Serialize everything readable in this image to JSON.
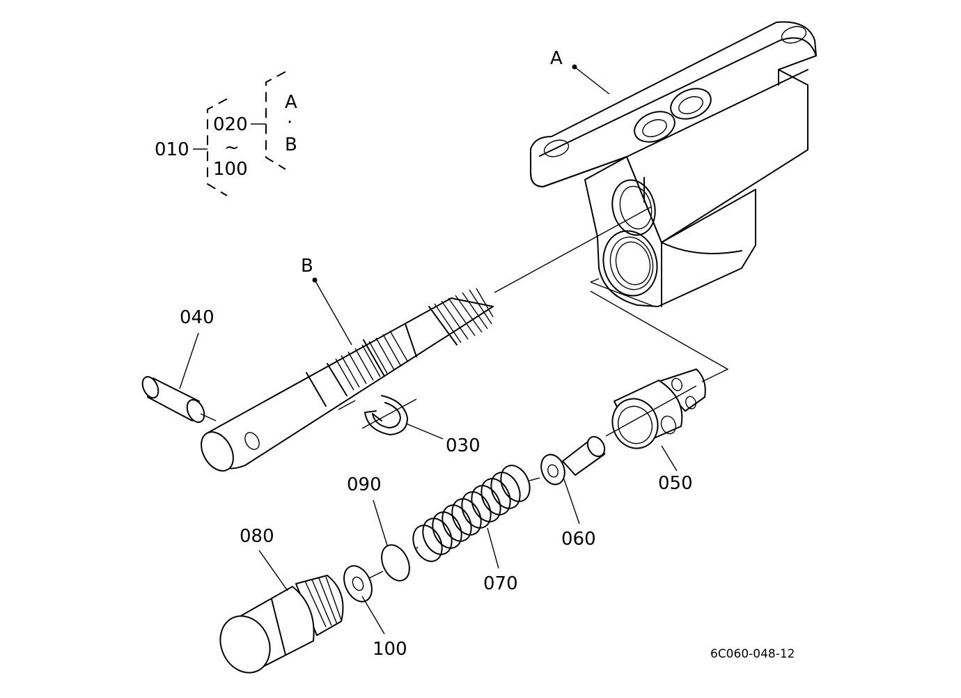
{
  "labels": {
    "a": "A",
    "b": "B",
    "p010": "010",
    "p020": "020",
    "tilde": "~",
    "p100_range": "100",
    "brace_a": "A",
    "brace_dot": "·",
    "brace_b": "B",
    "p030": "030",
    "p040": "040",
    "p050": "050",
    "p060": "060",
    "p070": "070",
    "p080": "080",
    "p090": "090",
    "p100": "100",
    "drawing_code": "6C060-048-12"
  }
}
